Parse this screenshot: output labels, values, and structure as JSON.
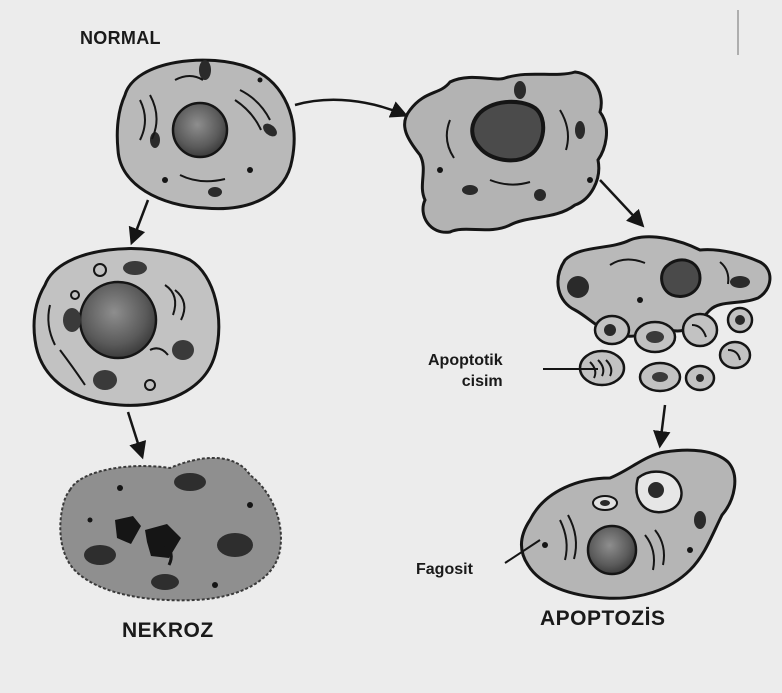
{
  "labels": {
    "normal": "NORMAL",
    "necrosis": "NEKROZ",
    "apoptosis": "APOPTOZİS",
    "apoptotic_body_line1": "Apoptotik",
    "apoptotic_body_line2": "cisim",
    "phagocyte": "Fagosit"
  },
  "colors": {
    "background": "#ececec",
    "cell_fill": "#b9b9b9",
    "necrotic_fill": "#8f8f8f",
    "outline": "#151515",
    "nucleus": "#707070"
  }
}
